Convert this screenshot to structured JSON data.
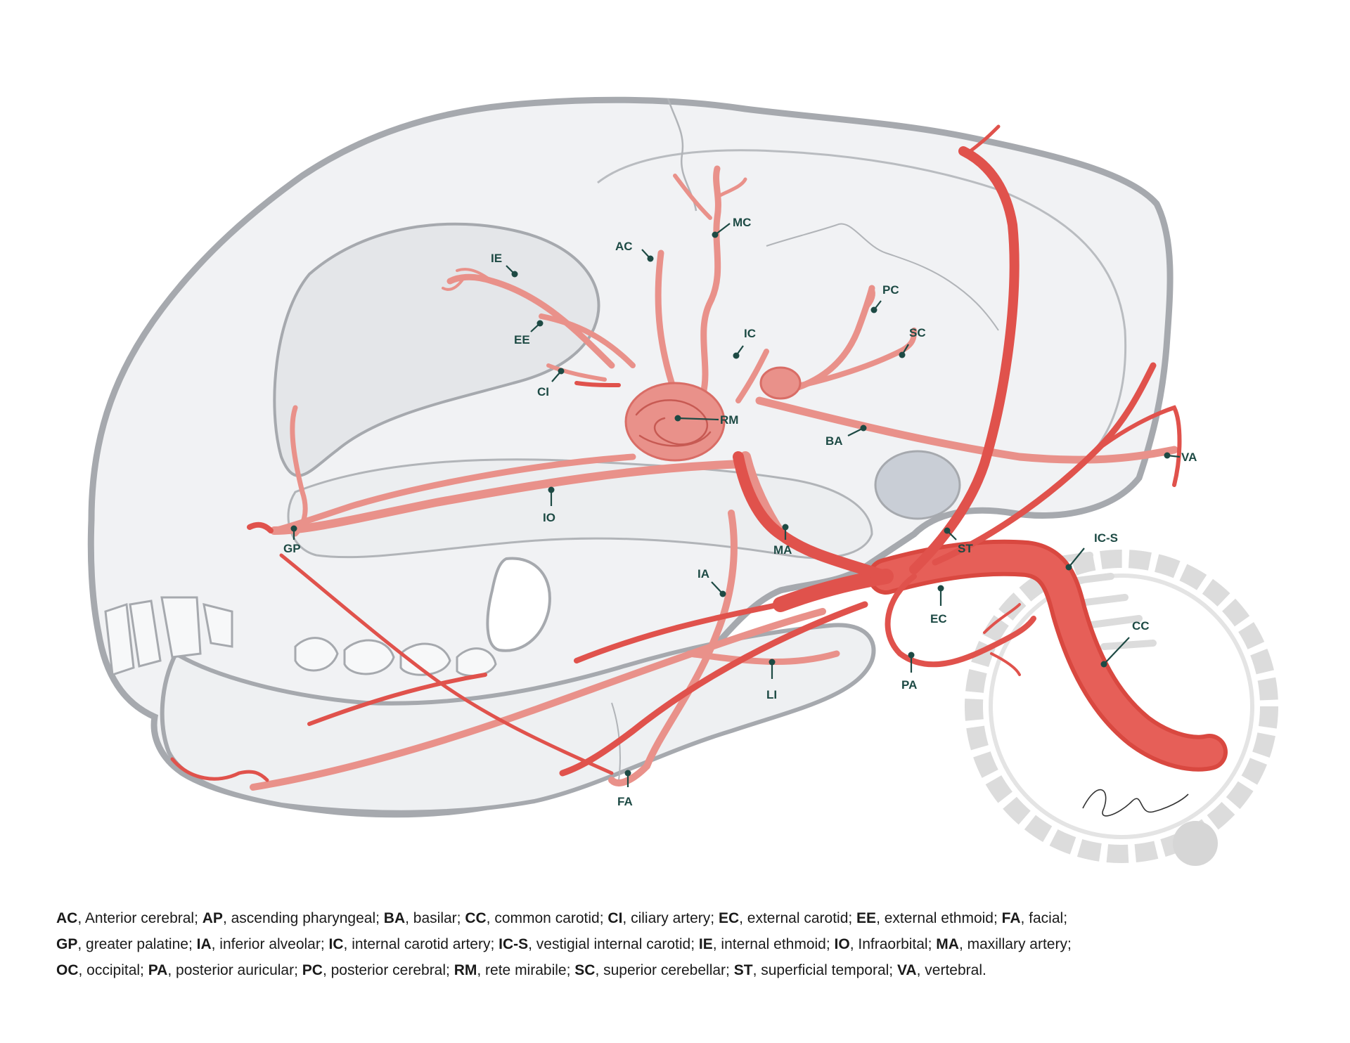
{
  "labels": {
    "MC": "MC",
    "AC": "AC",
    "IE": "IE",
    "EE": "EE",
    "CI": "CI",
    "IC": "IC",
    "PC": "PC",
    "SC": "SC",
    "RM": "RM",
    "BA": "BA",
    "VA": "VA",
    "IO": "IO",
    "GP": "GP",
    "MA": "MA",
    "ST": "ST",
    "IC-S": "IC-S",
    "IA": "IA",
    "EC": "EC",
    "CC": "CC",
    "LI": "LI",
    "PA": "PA",
    "FA": "FA"
  },
  "legend": [
    [
      {
        "abbr": "AC",
        "desc": ", Anterior cerebral; "
      },
      {
        "abbr": "AP",
        "desc": ", ascending pharyngeal; "
      },
      {
        "abbr": "BA",
        "desc": ", basilar; "
      },
      {
        "abbr": "CC",
        "desc": ", common carotid; "
      },
      {
        "abbr": "CI",
        "desc": ", ciliary artery; "
      },
      {
        "abbr": "EC",
        "desc": ", external carotid; "
      },
      {
        "abbr": "EE",
        "desc": ", external ethmoid; "
      },
      {
        "abbr": "FA",
        "desc": ", facial;"
      }
    ],
    [
      {
        "abbr": "GP",
        "desc": ", greater palatine; "
      },
      {
        "abbr": "IA",
        "desc": ", inferior alveolar; "
      },
      {
        "abbr": "IC",
        "desc": ", internal carotid artery; "
      },
      {
        "abbr": "IC-S",
        "desc": ", vestigial internal carotid; "
      },
      {
        "abbr": "IE",
        "desc": ", internal ethmoid; "
      },
      {
        "abbr": "IO",
        "desc": ", Infraorbital; "
      },
      {
        "abbr": "MA",
        "desc": ", maxillary artery;"
      }
    ],
    [
      {
        "abbr": "OC",
        "desc": ", occipital; "
      },
      {
        "abbr": "PA",
        "desc": ", posterior auricular; "
      },
      {
        "abbr": "PC",
        "desc": ", posterior cerebral; "
      },
      {
        "abbr": "RM",
        "desc": ", rete mirabile; "
      },
      {
        "abbr": "SC",
        "desc": ", superior cerebellar; "
      },
      {
        "abbr": "ST",
        "desc": ", superficial temporal; "
      },
      {
        "abbr": "VA",
        "desc": ", vertebral."
      }
    ]
  ],
  "colors": {
    "artery_main": "#e0524c",
    "artery_branch": "#e9918a",
    "bone_fill": "#f1f2f4",
    "bone_outline": "#a6a9ae",
    "label_text": "#1d4a44",
    "vertebra": "#dcdcdc"
  }
}
